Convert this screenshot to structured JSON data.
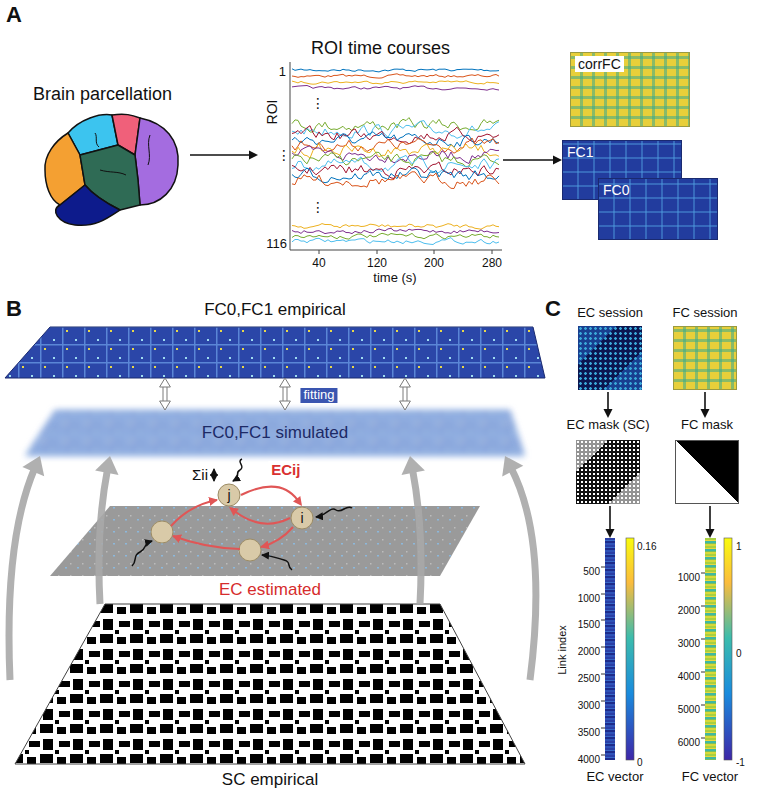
{
  "diagram": {
    "nodes": [
      {
        "text": [
          "Brain parcellation"
        ]
      },
      {
        "text": [
          "ROI time courses"
        ]
      },
      {
        "text": [
          "corrFC"
        ]
      },
      {
        "text": [
          "FC1"
        ]
      },
      {
        "text": [
          "FC0"
        ]
      },
      {
        "text": [
          "FC0,FC1 empirical"
        ]
      },
      {
        "text": [
          "FC0,FC1 simulated"
        ]
      },
      {
        "text": [
          "EC estimated"
        ]
      },
      {
        "text": [
          "j"
        ],
        "in": 7
      },
      {
        "text": [
          "i"
        ],
        "in": 7
      },
      {
        "text": [
          "SC empirical"
        ]
      },
      {
        "text": [
          "EC session"
        ]
      },
      {
        "text": [
          "FC session"
        ]
      },
      {
        "text": [
          "EC mask (SC)"
        ]
      },
      {
        "text": [
          "FC mask"
        ]
      },
      {
        "text": [
          "EC vector"
        ]
      },
      {
        "text": [
          "FC vector"
        ]
      }
    ],
    "edges": [
      {
        "from": 0,
        "to": 1,
        "arrow": "to"
      },
      {
        "from": 1,
        "to": 3,
        "arrow": "to"
      },
      {
        "from": 5,
        "to": 6,
        "arrow": "both"
      },
      {
        "from": 5,
        "to": 6,
        "arrow": "both",
        "label": "fitting"
      },
      {
        "from": 5,
        "to": 6,
        "arrow": "both"
      },
      {
        "from": 8,
        "to": 9,
        "arrow": "to",
        "label": "ECij"
      },
      {
        "from": 9,
        "to": 8,
        "arrow": "to"
      },
      {
        "from": 10,
        "to": 6,
        "arrow": "to"
      },
      {
        "from": 10,
        "to": 6,
        "arrow": "to"
      },
      {
        "from": 10,
        "to": 6,
        "arrow": "to"
      },
      {
        "from": 10,
        "to": 6,
        "arrow": "to"
      },
      {
        "from": 11,
        "to": 13,
        "arrow": "to"
      },
      {
        "from": 13,
        "to": 15,
        "arrow": "to"
      },
      {
        "from": 12,
        "to": 14,
        "arrow": "to"
      },
      {
        "from": 14,
        "to": 16,
        "arrow": "to"
      }
    ],
    "labels": [
      "A",
      "1",
      "⋮",
      "ROI",
      "⋮",
      "⋮",
      "116",
      "40",
      "120",
      "200",
      "280",
      "time (s)",
      "B",
      "Σii",
      "C",
      "Link index",
      "500",
      "1000",
      "1500",
      "2000",
      "2500",
      "3000",
      "3500",
      "4000",
      "0.16",
      "0",
      "1000",
      "2000",
      "3000",
      "4000",
      "5000",
      "6000",
      "1",
      "0",
      "-1"
    ]
  }
}
